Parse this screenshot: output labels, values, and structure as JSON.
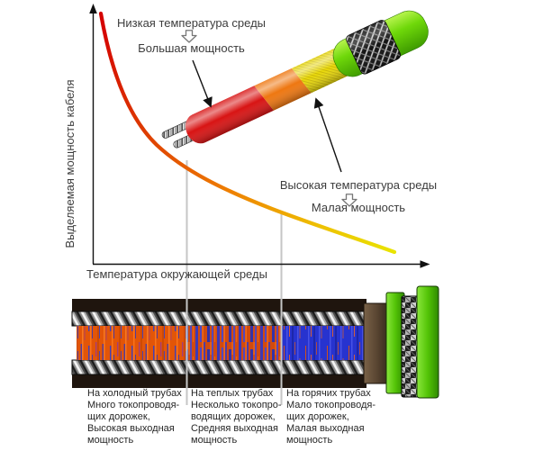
{
  "chart": {
    "y_axis_label": "Выделяемая мощность кабеля",
    "x_axis_label": "Температура окружающей среды",
    "annotation_low": {
      "condition": "Низкая температура среды",
      "result": "Большая мощность"
    },
    "annotation_high": {
      "condition": "Высокая температура среды",
      "result": "Малая мощность"
    },
    "curve": {
      "type": "line",
      "trend": "decreasing-convex",
      "meaning": "power output falls as ambient temperature rises",
      "color_start": "#d40000",
      "color_mid": "#ee7700",
      "color_end": "#e9e400"
    },
    "axes": {
      "ticks": "none",
      "style": "black arrows"
    }
  },
  "icons": {
    "down_arrow": "⇩"
  },
  "cable_illustration": {
    "parts": [
      "bus-wires",
      "hot-core-red",
      "warm-core-orange",
      "cool-core-yellow",
      "inner-green",
      "braid-shield",
      "outer-jacket-green"
    ],
    "colors": {
      "core_hot": "#d81414",
      "core_warm": "#ee7711",
      "core_cool": "#e8d80a",
      "jacket_green": "#6fd80a",
      "braid_dark": "#141414",
      "wire_metal": "#b5b5b5"
    }
  },
  "cross_section": {
    "core_colors": {
      "conductive_orange": "#e25508",
      "insulating_blue": "#2733cf"
    },
    "end_layers": [
      "inner-insulation-brown",
      "inner-jacket-green",
      "braid-shield",
      "outer-jacket-green"
    ],
    "captions": [
      {
        "text": "На холодный трубах\nМного токопроводя-\nщих дорожек,\nВысокая выходная\nмощность"
      },
      {
        "text": "На теплых трубах\nНесколько токопро-\nводящих дорожек,\nСредняя выходная\nмощность"
      },
      {
        "text": "На горячих трубах\nМало токопроводя-\nщих дорожек,\nМалая выходная\nмощность"
      }
    ]
  }
}
